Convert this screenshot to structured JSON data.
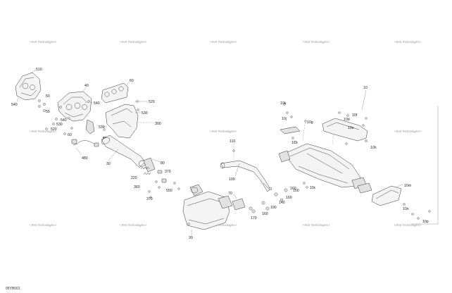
{
  "diagram": {
    "drawing_code": "05YB001",
    "watermark_text": "<Red Technologies>",
    "callouts": [
      "510",
      "540",
      "50",
      "55",
      "40",
      "60",
      "520",
      "530",
      "300",
      "540",
      "530",
      "520",
      "60",
      "480",
      "30",
      "220",
      "80",
      "360",
      "370",
      "550",
      "370",
      "20",
      "70",
      "110",
      "100",
      "190",
      "170",
      "160",
      "140",
      "150",
      "10",
      "10k",
      "10j",
      "10g",
      "10f",
      "10d",
      "10h",
      "10c",
      "10e",
      "10m",
      "10n",
      "10p"
    ]
  },
  "assembly": {
    "manifold_shield": {
      "label": "510",
      "left": "540",
      "screw_a": "50",
      "screw_b": "55"
    },
    "manifold": {
      "label": "40",
      "gasket": "60",
      "nut": "540"
    },
    "heat_shield": {
      "label": "300",
      "top": "520",
      "mid": "530",
      "stud": "530",
      "low": "520"
    },
    "sensor": {
      "label": "480",
      "bolt": "60"
    },
    "front_pipe": {
      "label": "30",
      "clamp": "80",
      "spring": "220",
      "spring_b": "360"
    },
    "hardware": {
      "a": "370",
      "b": "550",
      "c": "370"
    },
    "muffler": {
      "label": "20",
      "bracket": "70"
    },
    "tailpipe": {
      "label": "100",
      "bolt": "110",
      "b190": "190",
      "b170": "170",
      "b160": "160",
      "b140": "140",
      "b150": "150"
    },
    "rear_muffler": {
      "label": "10",
      "k": "10k",
      "j": "10j",
      "g": "10g",
      "f": "10f",
      "d": "10d",
      "h": "10h",
      "c": "10c",
      "e": "10e",
      "m": "10m",
      "n": "10n",
      "p": "10p"
    }
  }
}
